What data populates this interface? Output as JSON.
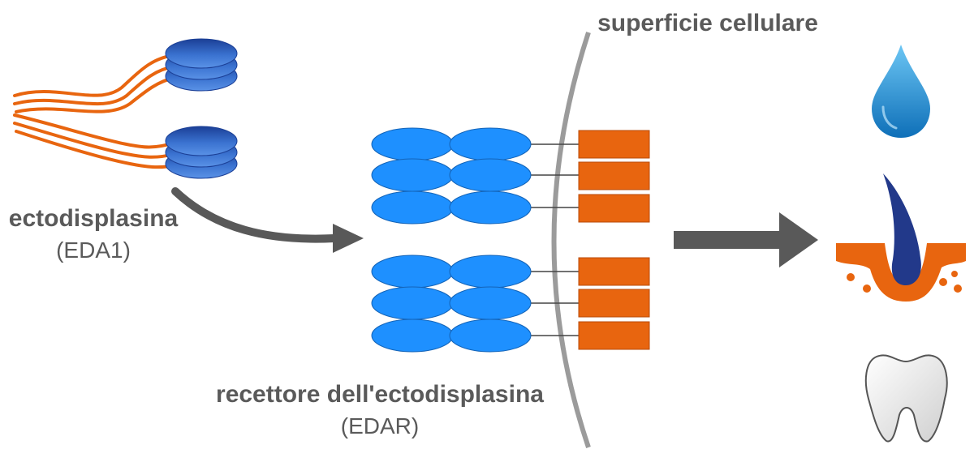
{
  "labels": {
    "ligand_name": "ectodisplasina",
    "ligand_abbrev": "(EDA1)",
    "receptor_name": "recettore dell'ectodisplasina",
    "receptor_abbrev": "(EDAR)",
    "membrane": "superficie cellulare"
  },
  "colors": {
    "ligand_fiber": "#e8650f",
    "ligand_head": "#2a5bb8",
    "receptor_domain": "#1e90ff",
    "receptor_intracellular": "#e8650f",
    "membrane": "#9b9b9b",
    "arrow": "#595959",
    "drop": "#1a8fd8",
    "hair": "#22398a",
    "skin": "#e8650f",
    "tooth": "#e6e6e6"
  },
  "icons": [
    "sweat-drop-icon",
    "hair-follicle-icon",
    "tooth-icon"
  ]
}
